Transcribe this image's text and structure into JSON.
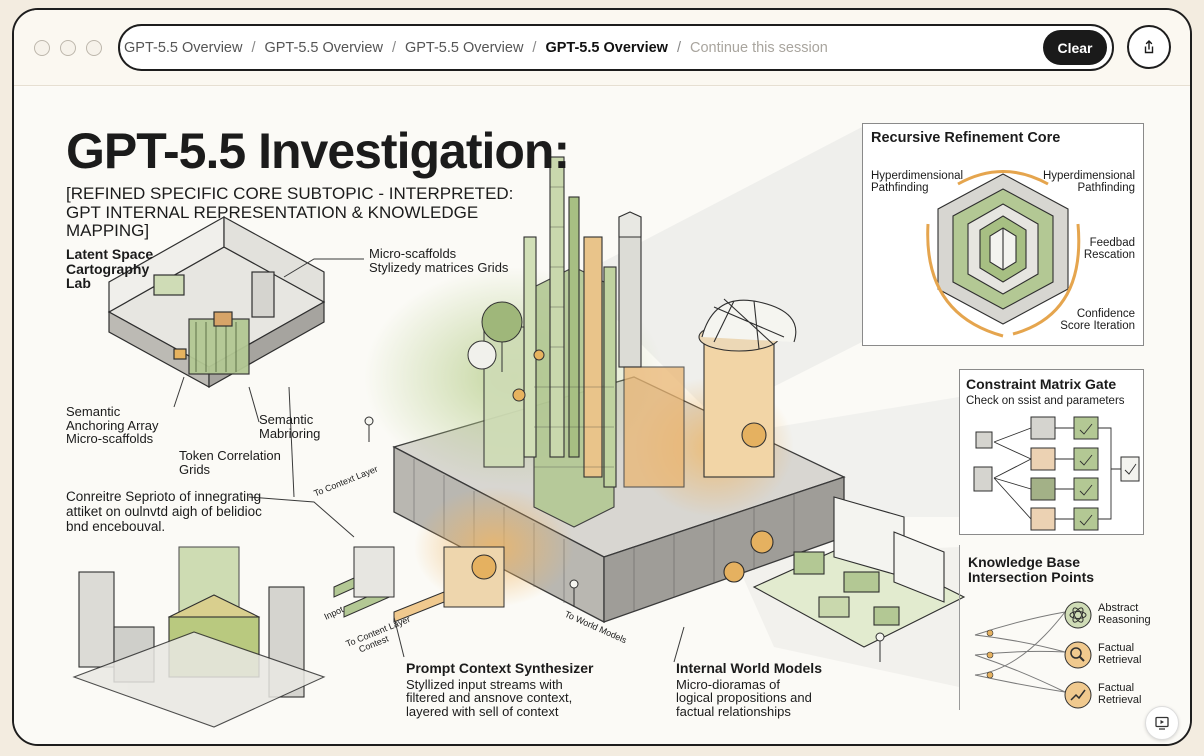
{
  "browser": {
    "breadcrumbs": [
      "GPT-5.5 Overview",
      "GPT-5.5 Overview",
      "GPT-5.5 Overview",
      "GPT-5.5 Overview"
    ],
    "address_placeholder": "Continue this session",
    "clear_label": "Clear"
  },
  "infographic": {
    "title": "GPT-5.5 Investigation:",
    "subtitle_line1": "[REFINED SPECIFIC CORE SUBTOPIC - INTERPRETED:",
    "subtitle_line2": "GPT INTERNAL REPRESENTATION & KNOWLEDGE MAPPING]",
    "latent_space": [
      "Latent Space",
      "Cartography",
      "Lab"
    ],
    "micro_scaffolds": [
      "Micro-scaffolds",
      "Stylizedy matrices Grids"
    ],
    "semantic_anchoring": [
      "Semantic",
      "Anchoring Array",
      "Micro-scaffolds"
    ],
    "semantic_mabrioring": [
      "Semantic",
      "Mabrioring"
    ],
    "token_correlation": [
      "Token Correlation",
      "Grids"
    ],
    "to_context_layer": "To Context Layer",
    "conreitre": [
      "Conreitre Seprioto of innegrating",
      "attiket on oulnvtd aigh of belidioc",
      "bnd encebouval."
    ],
    "input_label": "Inpot",
    "to_content_layer": [
      "To Content Layer",
      "Contest"
    ],
    "to_world_models": "To World Models",
    "prompt_context": {
      "title": "Prompt Context Synthesizer",
      "lines": [
        "Styllized input streams with",
        "filtered and ansnove context,",
        "layered with sell of context"
      ]
    },
    "internal_world": {
      "title": "Internal World Models",
      "lines": [
        "Micro-dioramas of",
        "logical propositions and",
        "factual relationships"
      ]
    },
    "recursive": {
      "title": "Recursive Refinement Core",
      "left_label": [
        "Hyperdimensional",
        "Pathfinding"
      ],
      "right_label": [
        "Hyperdimensional",
        "Pathfinding"
      ],
      "feedback": [
        "Feedbad",
        "Rescation"
      ],
      "confidence": [
        "Confidence",
        "Score Iteration"
      ]
    },
    "constraint": {
      "title": "Constraint Matrix Gate",
      "subtitle": "Check on ssist and parameters"
    },
    "knowledge": {
      "title": [
        "Knowledge Base",
        "Intersection Points"
      ],
      "items": [
        [
          "Abstract",
          "Reasoning"
        ],
        [
          "Factual",
          "Retrieval"
        ],
        [
          "Factual",
          "Retrieval"
        ]
      ]
    }
  },
  "colors": {
    "green": "#a9c18a",
    "orange": "#e8b268",
    "line": "#3a3a3a"
  }
}
